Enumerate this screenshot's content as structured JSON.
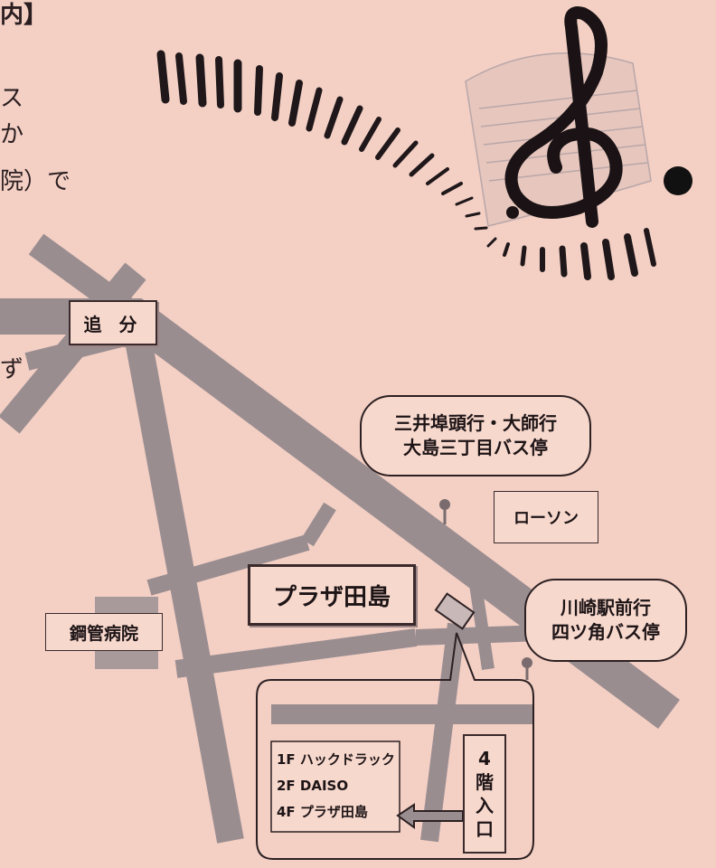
{
  "fragments": {
    "top": "内】",
    "lines": [
      "ス",
      "か",
      "院）で",
      "ず"
    ]
  },
  "labels": {
    "oiwake": "追 分",
    "plaza": "プラザ田島",
    "lawson": "ローソン",
    "hospital": "鋼管病院"
  },
  "bus_stops": {
    "north_line1": "三井埠頭行・大師行",
    "north_line2": "大島三丁目バス停",
    "south_line1": "川崎駅前行",
    "south_line2": "四ツ角バス停"
  },
  "building": {
    "floors": [
      "1F ハックドラック",
      "2F DAISO",
      "4F プラザ田島"
    ],
    "entrance": [
      "4",
      "階",
      "入",
      "口"
    ]
  },
  "icons": [
    "treble-clef-icon",
    "piano-keys-icon",
    "bus-stop-icon",
    "arrow-left-icon"
  ],
  "colors": {
    "background": "#f3cfc4",
    "road": "#9a8d90",
    "building": "#a8999b",
    "ink": "#1d1416"
  }
}
